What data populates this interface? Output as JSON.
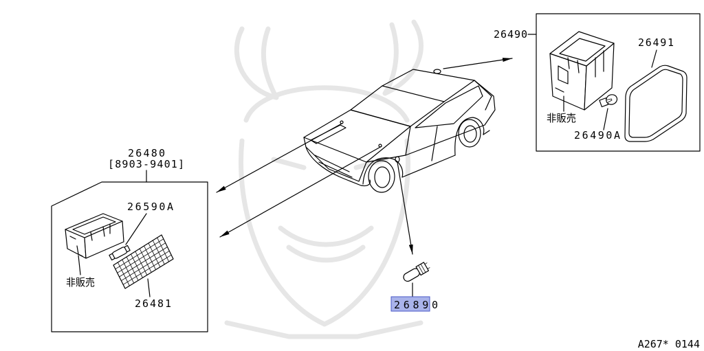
{
  "diagram": {
    "callouts": {
      "p26490": "26490",
      "p26491": "26491",
      "not_for_sale_right": "非販売",
      "p26490A": "26490A",
      "p26480": "26480",
      "p26480_date_range": "[8903-9401]",
      "p26590A": "26590A",
      "not_for_sale_left": "非販売",
      "p26481": "26481",
      "p26890": "26890"
    },
    "figure_code": "A267* 0144",
    "colors": {
      "line": "#000000",
      "watermark": "#e6e6e6",
      "highlight_fill": "#a9b3ea",
      "highlight_border": "#4a58c8"
    }
  }
}
